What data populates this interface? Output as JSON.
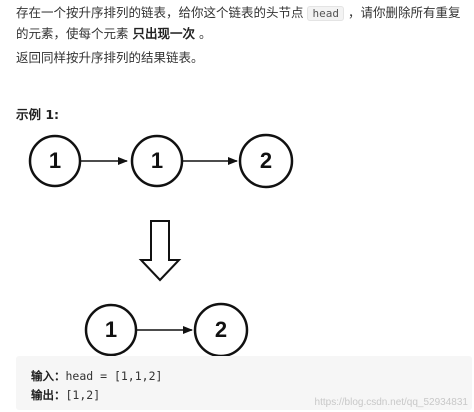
{
  "description": {
    "line1_part1": "存在一个按升序排列的链表，给你这个链表的头节点 ",
    "head_code": "head",
    "line1_part2": " ，请你删除所有重复的元素，使每个元素 ",
    "emphasis": "只出现一次",
    "line1_end": " 。",
    "line2": "返回同样按升序排列的结果链表。"
  },
  "example": {
    "heading": "示例 1:",
    "input_list": [
      "1",
      "1",
      "2"
    ],
    "output_list": [
      "1",
      "2"
    ],
    "input_label": "输入：",
    "input_value": "head = [1,1,2]",
    "output_label": "输出：",
    "output_value": "[1,2]"
  },
  "watermark": "https://blog.csdn.net/qq_52934831"
}
